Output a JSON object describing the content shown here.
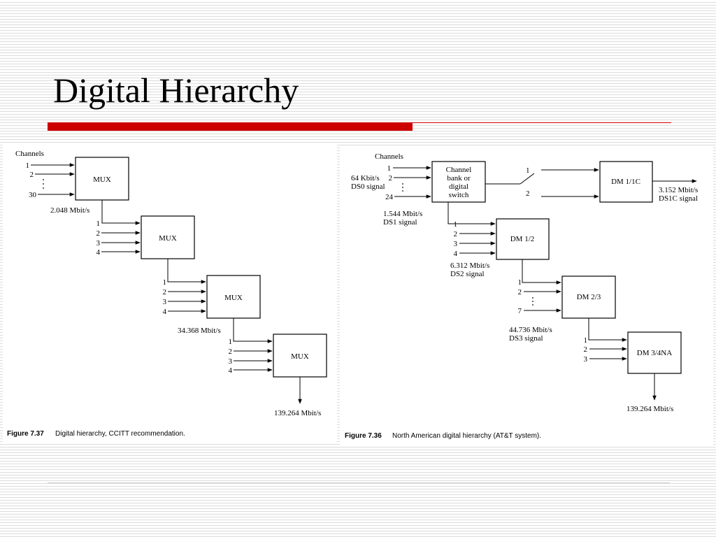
{
  "slide": {
    "title": "Digital Hierarchy"
  },
  "left_figure": {
    "channels_label": "Channels",
    "stage1": {
      "label": "MUX",
      "inputs": [
        "1",
        "2",
        "30"
      ],
      "output_rate": "2.048 Mbit/s"
    },
    "stage2": {
      "label": "MUX",
      "inputs": [
        "1",
        "2",
        "3",
        "4"
      ]
    },
    "stage3": {
      "label": "MUX",
      "inputs": [
        "1",
        "2",
        "3",
        "4"
      ],
      "output_rate": "34.368 Mbit/s"
    },
    "stage4": {
      "label": "MUX",
      "inputs": [
        "1",
        "2",
        "3",
        "4"
      ],
      "output_rate": "139.264 Mbit/s"
    },
    "caption_number": "Figure 7.37",
    "caption_text": "Digital hierarchy, CCITT recommendation."
  },
  "right_figure": {
    "channels_label": "Channels",
    "ds0_rate": "64 Kbit/s",
    "ds0_name": "DS0 signal",
    "bank": {
      "line1": "Channel",
      "line2": "bank or",
      "line3": "digital",
      "line4": "switch",
      "inputs": [
        "1",
        "2",
        "24"
      ]
    },
    "ds1_rate": "1.544 Mbit/s",
    "ds1_name": "DS1 signal",
    "switch_outputs": [
      "1",
      "2"
    ],
    "dm1_1c": {
      "label": "DM 1/1C",
      "output_rate": "3.152 Mbit/s",
      "output_name": "DS1C signal"
    },
    "dm1_2": {
      "label": "DM 1/2",
      "inputs": [
        "1",
        "2",
        "3",
        "4"
      ],
      "output_rate": "6.312 Mbit/s",
      "output_name": "DS2 signal"
    },
    "dm2_3": {
      "label": "DM 2/3",
      "inputs": [
        "1",
        "2",
        "7"
      ],
      "output_rate": "44.736 Mbit/s",
      "output_name": "DS3 signal"
    },
    "dm3_4na": {
      "label": "DM 3/4NA",
      "inputs": [
        "1",
        "2",
        "3"
      ],
      "output_rate": "139.264 Mbit/s"
    },
    "caption_number": "Figure 7.36",
    "caption_text": "North American digital hierarchy (AT&T system)."
  }
}
